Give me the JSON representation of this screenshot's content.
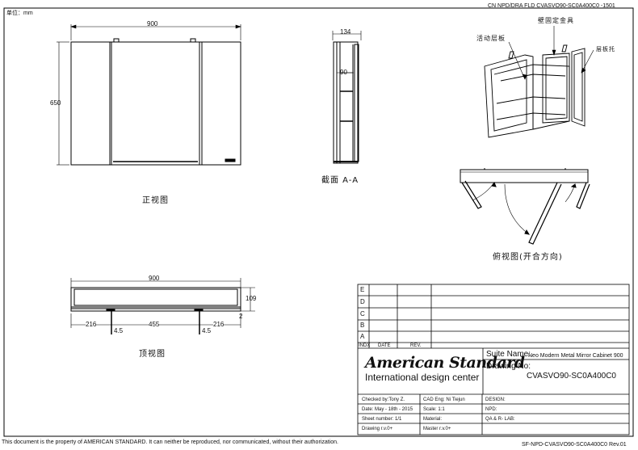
{
  "header": {
    "unit_label": "单位：mm",
    "drawing_ref": "CN NPD/DRA   FLD CVASVO90-SC0A400C0 -1501"
  },
  "front_view": {
    "width_dim": "900",
    "height_dim": "650",
    "caption": "正视图"
  },
  "section_view": {
    "depth_dim": "134",
    "inner_dim": "90",
    "caption": "截面  A-A"
  },
  "iso_view": {
    "label_shelf": "活动层板",
    "label_mount": "壁固定金具",
    "label_support": "层板托"
  },
  "plan_view": {
    "caption": "俯视图(开合方向)"
  },
  "top_view": {
    "width_dim": "900",
    "height_dim": "109",
    "small_dim": "2",
    "dim_left": "216",
    "dim_mid": "455",
    "dim_right": "216",
    "hole_left": "4.5",
    "hole_right": "4.5",
    "caption": "顶视图"
  },
  "title_block": {
    "revisions": [
      "E",
      "D",
      "C",
      "B",
      "A"
    ],
    "rev_headers": [
      "INDX",
      "DATE",
      "REV."
    ],
    "brand_name": "American Standard",
    "brand_tagline": "International design center",
    "suite_label": "Suite Name:",
    "suite_value": "Neo Modern Metal Mirror Cabinet 900",
    "drawing_no_label": "Drawing No:",
    "drawing_no_value": "CVASVO90-SC0A400C0",
    "checked_by": "Checked by:Tony Z.",
    "cad_eng": "CAD Eng: Ni Tiejun",
    "design": "DESIGN:",
    "date": "Date: May - 18th - 2015",
    "scale": "Scale: 1:1",
    "npd": "NPD:",
    "sheet_number": "Sheet number: 1/1",
    "material": "Material:",
    "qa": "QA & R- LAB:",
    "drawing_rev": "Drawing r.v.0+",
    "master_rev": "Master r.v.0+"
  },
  "footer": {
    "disclaimer": "This document is the property of AMERICAN STANDARD. It can neither be reproduced, nor communicated, without their authorization.",
    "doc_code": "SF-NPD-CVASVO90-SC0A400C0  Rev.01"
  }
}
